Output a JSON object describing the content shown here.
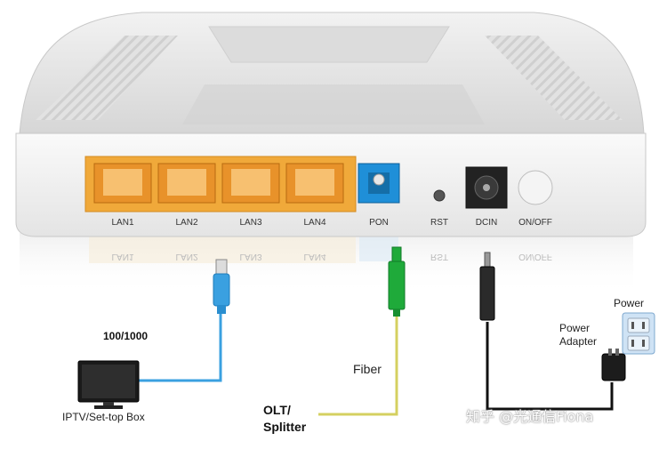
{
  "device": {
    "ports": [
      {
        "id": "lan1",
        "label": "LAN1"
      },
      {
        "id": "lan2",
        "label": "LAN2"
      },
      {
        "id": "lan3",
        "label": "LAN3"
      },
      {
        "id": "lan4",
        "label": "LAN4"
      },
      {
        "id": "pon",
        "label": "PON"
      },
      {
        "id": "rst",
        "label": "RST"
      },
      {
        "id": "dcin",
        "label": "DCIN"
      },
      {
        "id": "onoff",
        "label": "ON/OFF"
      }
    ]
  },
  "connections": {
    "speed_label": "100/1000",
    "iptv_label": "IPTV/Set-top Box",
    "fiber_label": "Fiber",
    "olt_label": "OLT/\nSplitter",
    "power_label": "Power",
    "power_adapter_label": "Power\nAdapter"
  },
  "watermark": "知乎 @光通信Fiona",
  "colors": {
    "device_body": "#e6e6e6",
    "lan_port": "#f0a93a",
    "pon_port": "#1f8fd8",
    "ethernet_cable": "#3aa0e0",
    "fiber_cable": "#d4d060",
    "fiber_connector": "#1faa3a",
    "power_cable": "#111111"
  },
  "icons": [
    "rj45-connector-icon",
    "fiber-connector-icon",
    "dc-plug-icon",
    "tv-icon",
    "power-adapter-icon",
    "wall-outlet-icon"
  ]
}
